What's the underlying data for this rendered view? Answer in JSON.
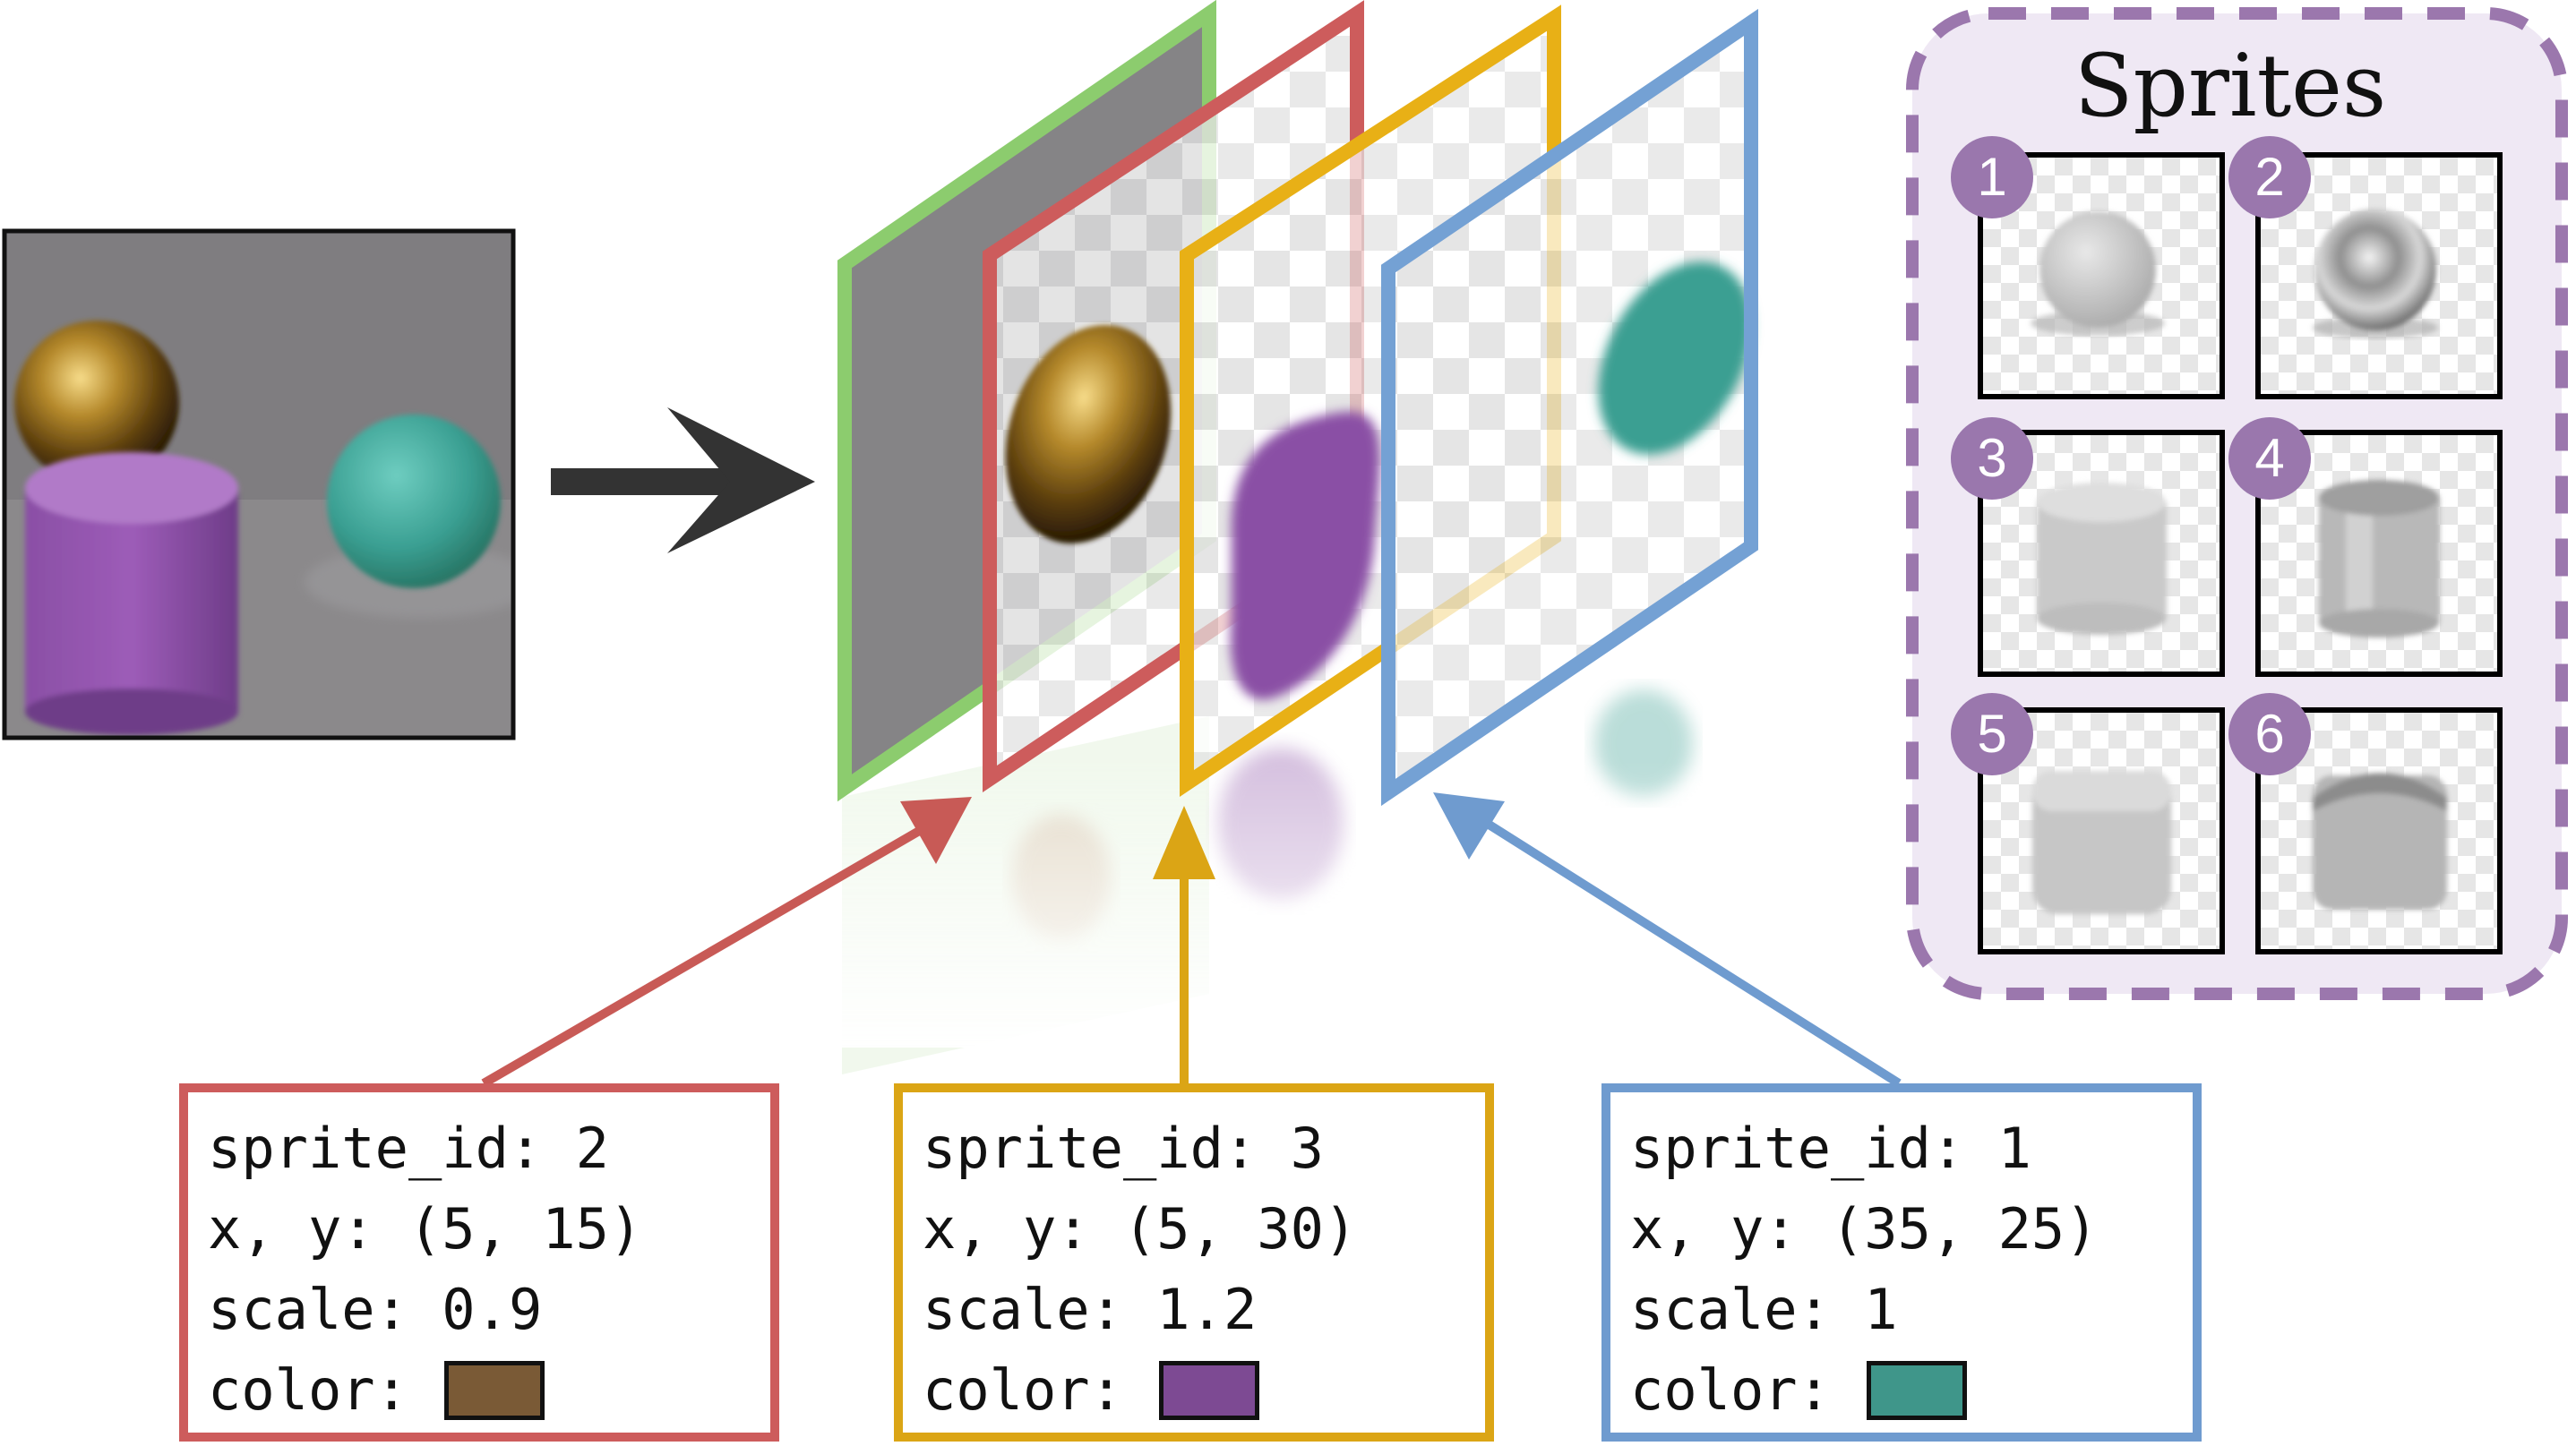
{
  "colors": {
    "background_layer": "#8ccc6e",
    "layer_red": "#cd5c5c",
    "layer_yellow": "#e8b016",
    "layer_blue": "#74a1d4",
    "sprites_panel_border": "#9b77ad",
    "sprites_panel_fill": "#efe8f4",
    "arrow_dark": "#333333"
  },
  "input_image": {
    "objects": [
      "gold-sphere",
      "purple-cylinder",
      "teal-sphere"
    ]
  },
  "sprites_panel": {
    "title": "Sprites",
    "items": [
      {
        "number": "1",
        "shape": "matte-sphere"
      },
      {
        "number": "2",
        "shape": "metal-sphere"
      },
      {
        "number": "3",
        "shape": "matte-cylinder"
      },
      {
        "number": "4",
        "shape": "metal-cylinder"
      },
      {
        "number": "5",
        "shape": "matte-cube"
      },
      {
        "number": "6",
        "shape": "metal-cube"
      }
    ]
  },
  "slots": [
    {
      "line1": "sprite_id: 2",
      "line2": "x, y: (5, 15)",
      "line3": "scale: 0.9",
      "color_label": "color:",
      "color": "#7a5a36",
      "border_color": "#cd5c5c"
    },
    {
      "line1": "sprite_id: 3",
      "line2": "x, y: (5, 30)",
      "line3": "scale: 1.2",
      "color_label": "color:",
      "color": "#7d4a93",
      "border_color": "#dba515"
    },
    {
      "line1": "sprite_id: 1",
      "line2": "x, y: (35, 25)",
      "line3": "scale: 1",
      "color_label": "color:",
      "color": "#3f968a",
      "border_color": "#6f9bcf"
    }
  ]
}
